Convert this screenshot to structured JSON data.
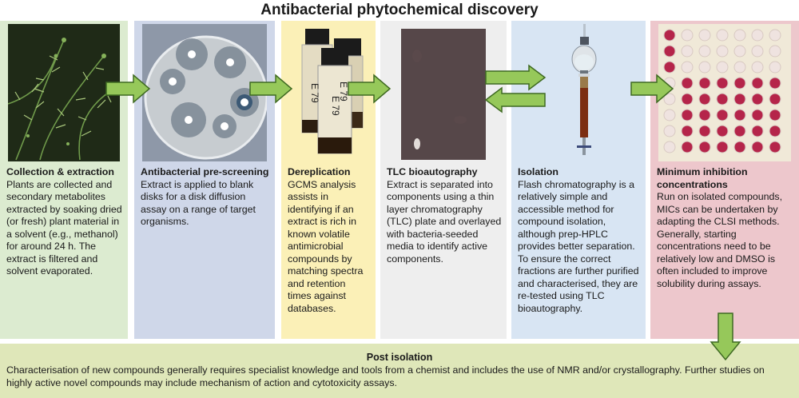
{
  "title": "Antibacterial phytochemical discovery",
  "colors": {
    "arrow_fill": "#96c85a",
    "arrow_stroke": "#3f6a22",
    "collection_bg": "#dcebd0",
    "screening_bg": "#cfd7e9",
    "dereplication_bg": "#fbf0b7",
    "tlc_bg": "#eeeeee",
    "isolation_bg": "#d8e5f3",
    "mic_bg": "#edc7cc",
    "post_bg": "#dfe7b9"
  },
  "panels": {
    "collection": {
      "heading": "Collection & extraction",
      "body": "Plants are collected and secondary metabolites extracted by soaking dried (or fresh) plant material in a solvent (e.g., methanol) for around 24 h. The extract is filtered and solvent evaporated."
    },
    "screening": {
      "heading": "Antibacterial pre-screening",
      "body": "Extract is applied to blank disks for a disk diffusion assay on a range of target organisms."
    },
    "dereplication": {
      "heading": "Dereplication",
      "body": "GCMS analysis assists in identifying if an extract is rich in known volatile antimicrobial compounds by matching spectra and retention times against databases.",
      "vial_labels": [
        "E 79",
        "E 79",
        "E 79"
      ]
    },
    "tlc": {
      "heading": "TLC bioautography",
      "body": "Extract is separated into components using a thin layer chromatography (TLC) plate and overlayed with bacteria-seeded media to identify active components."
    },
    "isolation": {
      "heading": "Isolation",
      "body": "Flash chromatography is a relatively simple and accessible method for compound isolation, although prep-HPLC provides better separation. To ensure the correct fractions are further purified and characterised, they are re-tested using TLC bioautography."
    },
    "mic": {
      "heading": "Minimum inhibition concentrations",
      "body": "Run on isolated compounds, MICs can be undertaken by adapting the CLSI methods. Generally, starting concentrations need to be relatively low and DMSO is often included to improve solubility during assays."
    }
  },
  "post_isolation": {
    "heading": "Post isolation",
    "body": "Characterisation of new compounds generally requires specialist knowledge and tools from a chemist and includes the use of NMR and/or crystallography. Further studies on highly active novel compounds may include mechanism of action and cytotoxicity assays."
  }
}
